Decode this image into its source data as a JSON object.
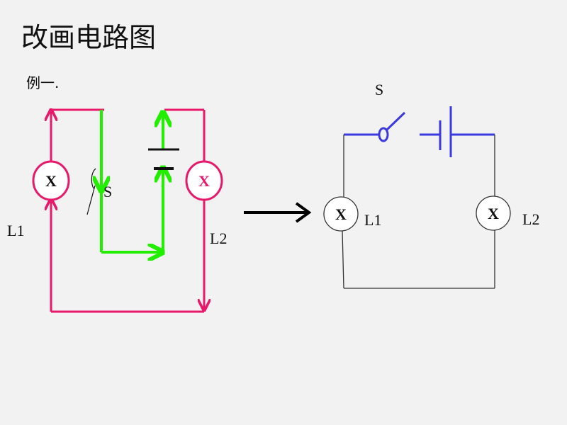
{
  "slide": {
    "title": "改画电路图",
    "example": "例一."
  },
  "left_circuit": {
    "lamp1_symbol": "X",
    "lamp2_symbol": "X",
    "switch_label": "S",
    "lamp1_label": "L1",
    "lamp2_label": "L2",
    "colors": {
      "wire": "#e8186b",
      "trace": "#22ee00",
      "battery": "#111111"
    }
  },
  "right_circuit": {
    "switch_label": "S",
    "lamp1_symbol": "X",
    "lamp2_symbol": "X",
    "lamp1_label": "L1",
    "lamp2_label": "L2",
    "colors": {
      "top_wire": "#3a3ae0",
      "wire": "#222222"
    }
  },
  "arrow": {
    "color": "#000000"
  }
}
